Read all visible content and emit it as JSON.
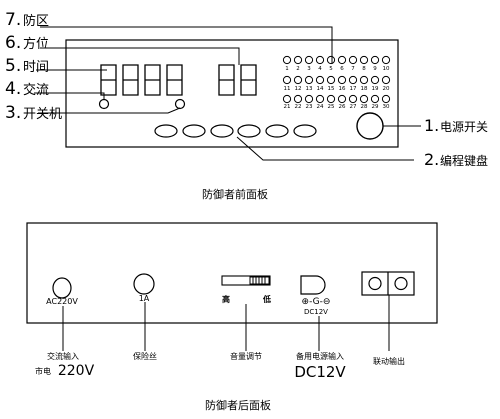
{
  "front": {
    "caption": "防御者前面板",
    "zone_numbers": [
      "1",
      "2",
      "3",
      "4",
      "5",
      "6",
      "7",
      "8",
      "9",
      "10",
      "11",
      "12",
      "13",
      "14",
      "15",
      "16",
      "17",
      "18",
      "19",
      "20",
      "21",
      "22",
      "23",
      "24",
      "25",
      "26",
      "27",
      "28",
      "29",
      "30"
    ],
    "callouts": {
      "zone": {
        "num": "7.",
        "text": "防区"
      },
      "direction": {
        "num": "6.",
        "text": "方位"
      },
      "time": {
        "num": "5.",
        "text": "时间"
      },
      "ac": {
        "num": "4.",
        "text": "交流"
      },
      "power_on": {
        "num": "3.",
        "text": "开关机"
      },
      "power_sw": {
        "num": "1.",
        "text": "电源开关"
      },
      "keypad": {
        "num": "2.",
        "text": "编程键盘"
      }
    }
  },
  "back": {
    "caption": "防御者后面板",
    "ac_port_label": "AC220V",
    "fuse_label": "1A",
    "volume_high": "高",
    "volume_low": "低",
    "dc_polarity": "⊕-G-⊖",
    "dc_label": "DC12V",
    "descriptions": {
      "ac_input": "交流输入",
      "mains_prefix": "市电",
      "mains_value": "220V",
      "fuse": "保险丝",
      "volume": "音量调节",
      "backup_power": "备用电源输入",
      "backup_value": "DC12V",
      "linkage": "联动输出"
    }
  }
}
